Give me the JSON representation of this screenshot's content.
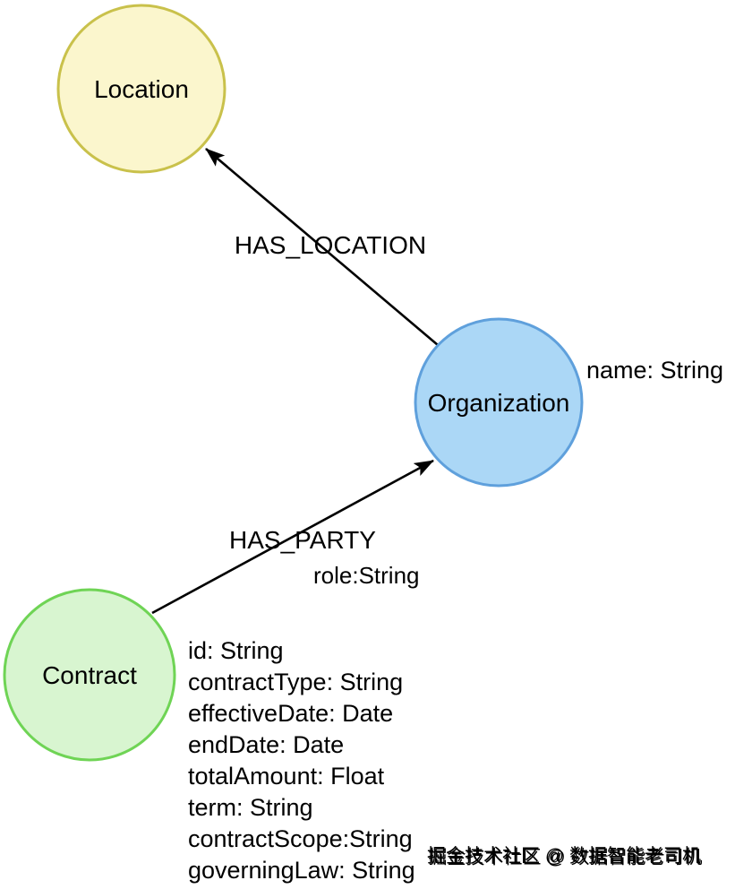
{
  "diagram": {
    "nodes": {
      "location": {
        "label": "Location",
        "fill": "#FBF6CD",
        "stroke": "#C9C14B"
      },
      "organization": {
        "label": "Organization",
        "fill": "#ABD7F6",
        "stroke": "#5FA0DC"
      },
      "contract": {
        "label": "Contract",
        "fill": "#D8F5D0",
        "stroke": "#6FD455"
      }
    },
    "relationships": {
      "has_location": {
        "label": "HAS_LOCATION"
      },
      "has_party": {
        "label": "HAS_PARTY",
        "property": "role:String"
      }
    },
    "properties": {
      "organization": "name: String",
      "contract": [
        "id: String",
        "contractType: String",
        "effectiveDate: Date",
        "endDate: Date",
        "totalAmount: Float",
        "term: String",
        "contractScope:String",
        "governingLaw: String"
      ]
    },
    "watermark": "掘金技术社区 @ 数据智能老司机",
    "edge_color": "#000000",
    "watermark_color": "#A39B91"
  }
}
